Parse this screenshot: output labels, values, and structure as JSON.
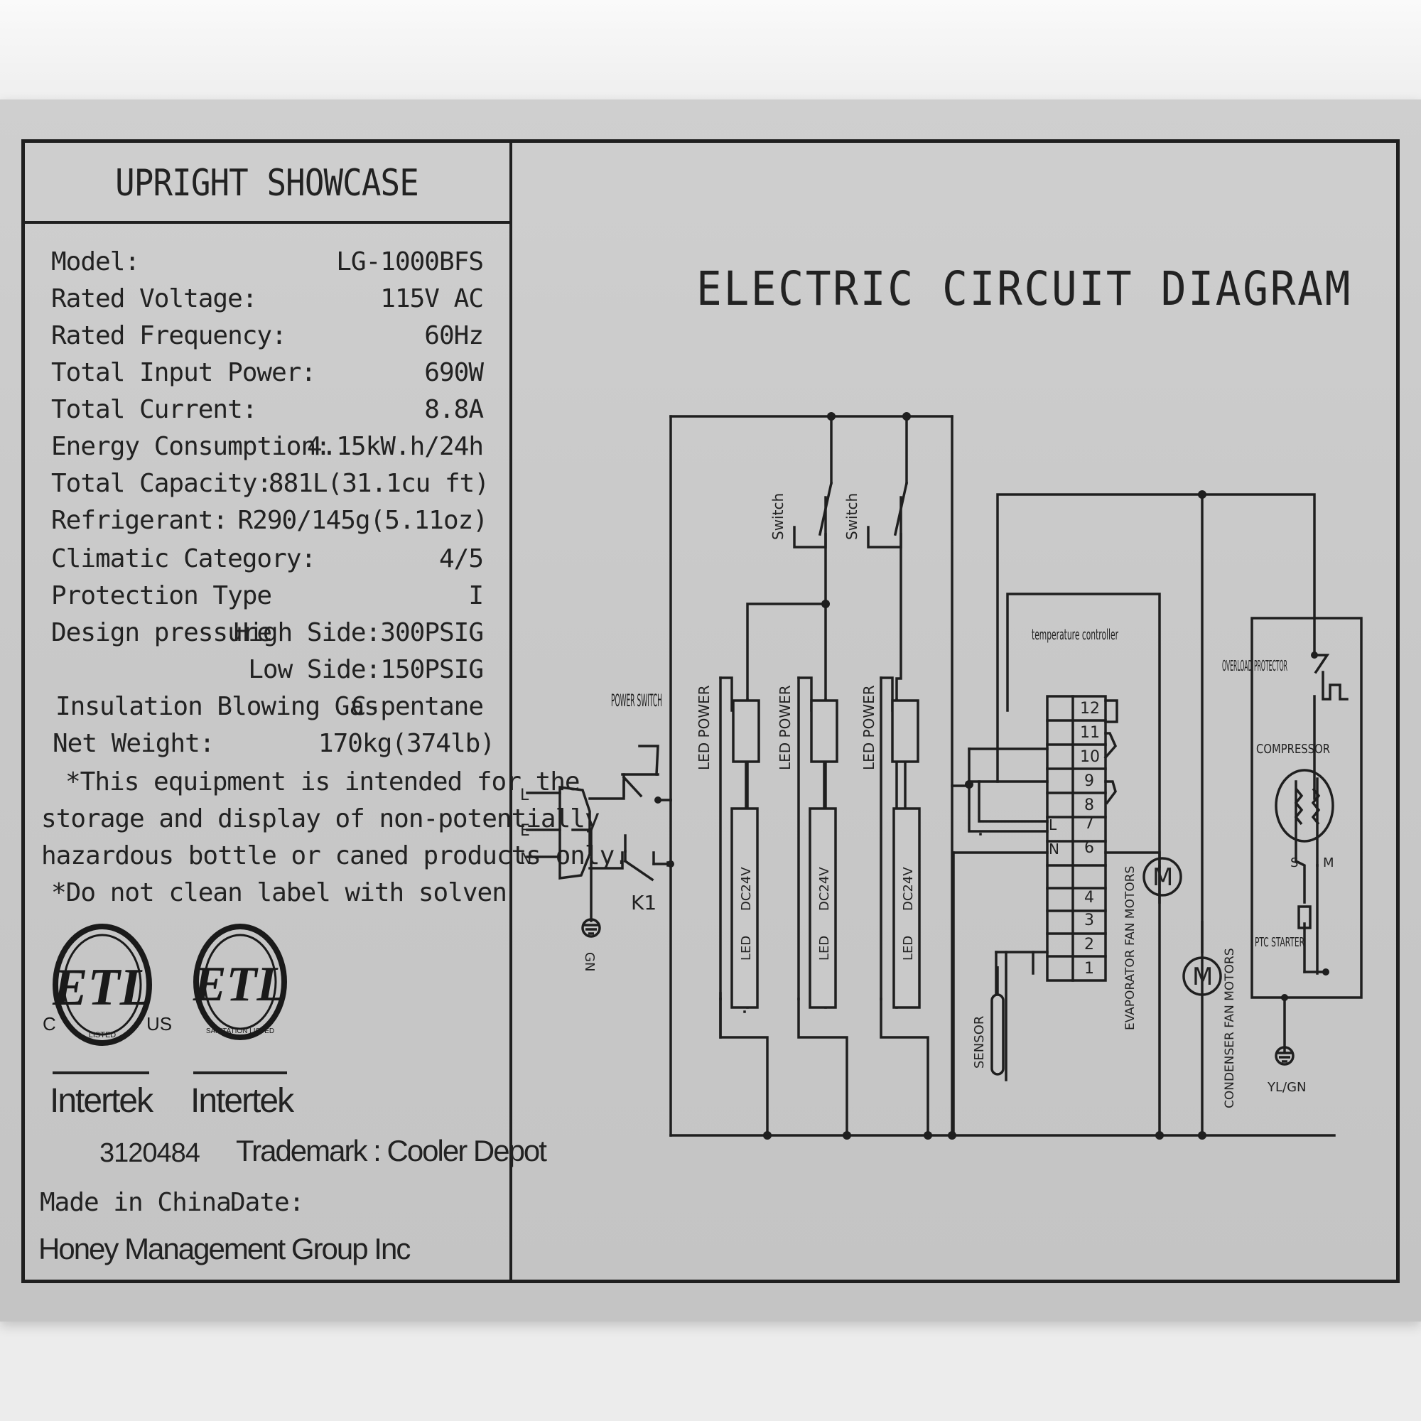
{
  "product_title": "UPRIGHT SHOWCASE",
  "specs": [
    {
      "label": "Model:",
      "value": "LG-1000BFS"
    },
    {
      "label": "Rated Voltage:",
      "value": "115V AC"
    },
    {
      "label": "Rated Frequency:",
      "value": "60Hz"
    },
    {
      "label": "Total Input Power:",
      "value": "690W"
    },
    {
      "label": "Total Current:",
      "value": "8.8A"
    },
    {
      "label": "Energy Consumption:",
      "value": "4.15kW.h/24h"
    },
    {
      "label": "Total Capacity:",
      "value": "881L(31.1cu ft)"
    },
    {
      "label": "Refrigerant:",
      "value": "R290/145g(5.11oz)"
    },
    {
      "label": "Climatic Category:",
      "value": "4/5"
    },
    {
      "label": "Protection Type",
      "value": "I"
    },
    {
      "label": "Design pressure",
      "value": "High Side:300PSIG"
    },
    {
      "label": "",
      "value": "Low Side:150PSIG"
    },
    {
      "label": "Insulation Blowing Gas",
      "value": "C-pentane"
    },
    {
      "label": "Net Weight:",
      "value": "170kg(374lb)"
    }
  ],
  "notice": {
    "line1": "*This equipment is intended for the",
    "line2": "storage and display of non-potentially",
    "line3": "hazardous bottle or caned products only.",
    "line4": "*Do not clean label with solven"
  },
  "certification": {
    "logo1": {
      "mark": "ETL",
      "left": "C",
      "right": "US",
      "sub": "LISTED",
      "brand": "Intertek"
    },
    "logo2": {
      "mark": "ETL",
      "sub": "SANITATION LISTED",
      "brand": "Intertek"
    },
    "number": "3120484"
  },
  "trademark": "Trademark : Cooler Depot",
  "made_in": "Made in China",
  "date_label": "Date:",
  "company": "Honey Management Group Inc",
  "diagram": {
    "title": "ELECTRIC CIRCUIT DIAGRAM",
    "plug": {
      "L": "L",
      "E": "E",
      "N": "N",
      "ground": "GN"
    },
    "power_switch": "POWER SWITCH",
    "k1": "K1",
    "switch_label": "Switch",
    "led_power": "LED POWER",
    "led": "LED",
    "led_voltage": "DC24V",
    "controller": "temperature controller",
    "terminals": [
      "12",
      "11",
      "10",
      "9",
      "8",
      "7",
      "6",
      "4",
      "3",
      "2",
      "1"
    ],
    "controller_L": "L",
    "controller_N": "N",
    "sensor": "SENSOR",
    "motor_symbol": "M",
    "evaporator": "EVAPORATOR FAN MOTORS",
    "condenser": "CONDENSER FAN MOTORS",
    "overload": "OVERLOAD PROTECTOR",
    "compressor": "COMPRESSOR",
    "compressor_s": "S",
    "compressor_m": "M",
    "ptc": "PTC STARTER",
    "ground": "YL/GN"
  }
}
